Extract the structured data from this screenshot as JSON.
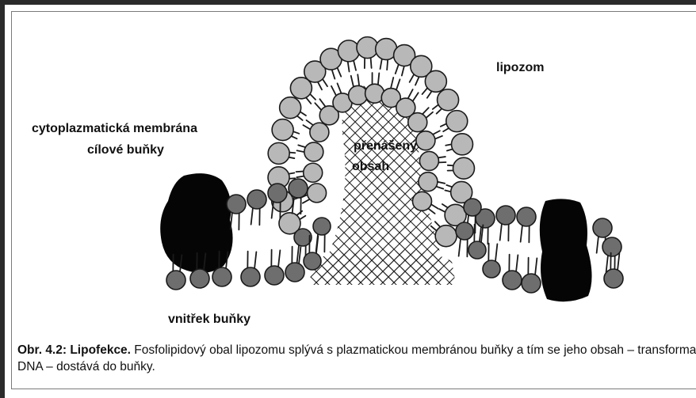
{
  "labels": {
    "liposome": "lipozom",
    "membrane_line1": "cytoplazmatická membrána",
    "membrane_line2": "cílové buňky",
    "content_line1": "přenášený",
    "content_line2": "obsah",
    "cell_interior": "vnitřek buňky"
  },
  "caption": {
    "figure_label": "Obr. 4.2: Lipofekce.",
    "text": " Fosfolipidový obal lipozomu splývá s plazmatickou membránou buňky a tím se jeho obsah – transformační DNA – dostává do buňky."
  },
  "colors": {
    "liposome_head": "#b8b8b8",
    "membrane_head": "#6e6e6e",
    "protein": "#050505",
    "outline": "#1a1a1a"
  }
}
